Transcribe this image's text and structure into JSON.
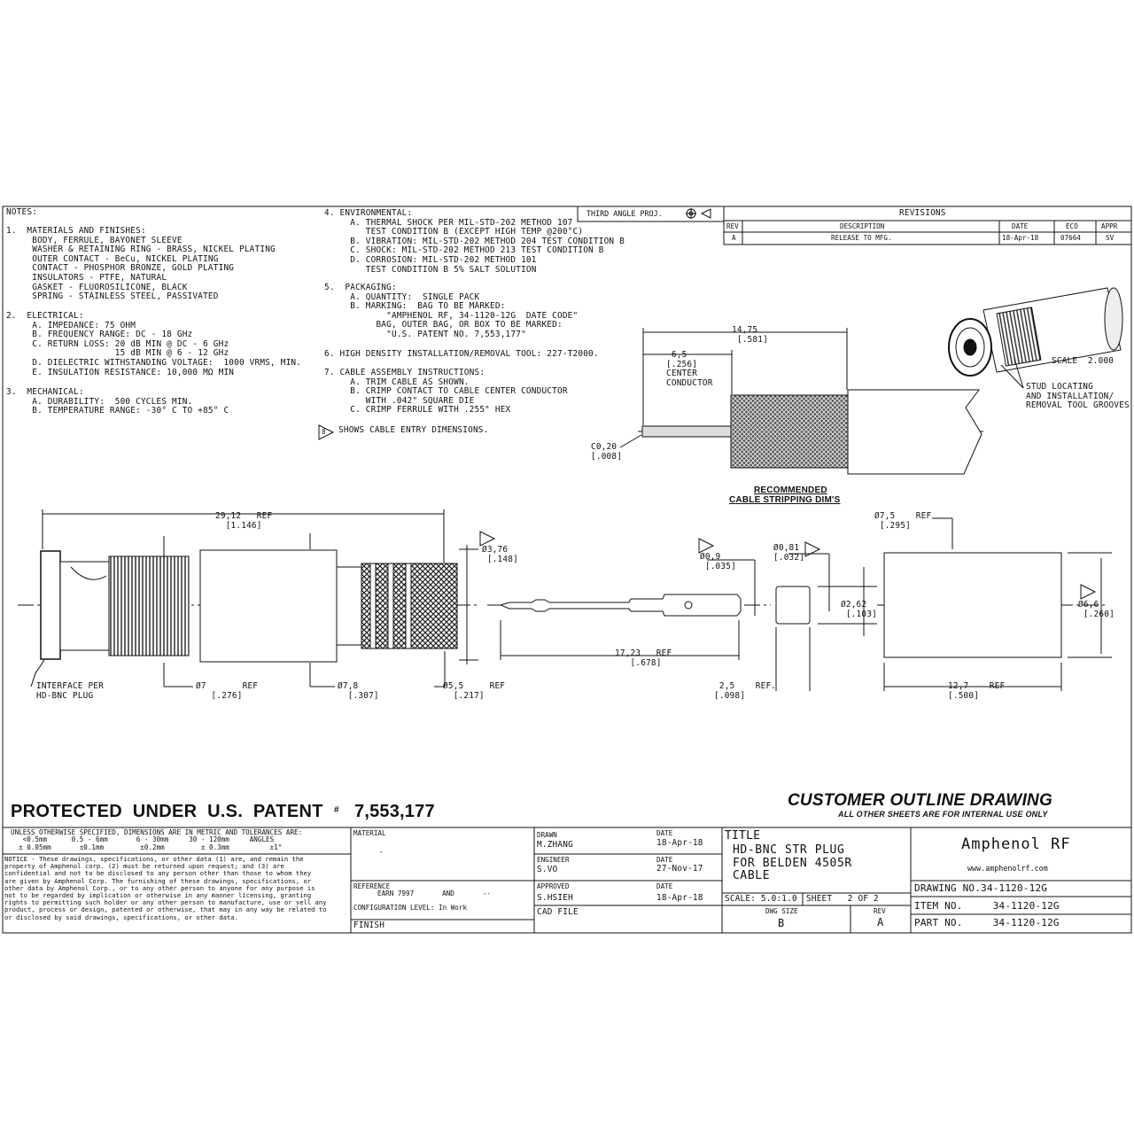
{
  "notes": {
    "header": "NOTES:",
    "materials": "1.  MATERIALS AND FINISHES:\n     BODY, FERRULE, BAYONET SLEEVE\n     WASHER & RETAINING RING - BRASS, NICKEL PLATING\n     OUTER CONTACT - BeCu, NICKEL PLATING\n     CONTACT - PHOSPHOR BRONZE, GOLD PLATING\n     INSULATORS - PTFE, NATURAL\n     GASKET - FLUOROSILICONE, BLACK\n     SPRING - STAINLESS STEEL, PASSIVATED",
    "electrical": "2.  ELECTRICAL:\n     A. IMPEDANCE: 75 OHM\n     B. FREQUENCY RANGE: DC - 18 GHz\n     C. RETURN LOSS: 20 dB MIN @ DC - 6 GHz\n                     15 dB MIN @ 6 - 12 GHz\n     D. DIELECTRIC WITHSTANDING VOLTAGE:  1000 VRMS, MIN.\n     E. INSULATION RESISTANCE: 10,000 MΩ MIN",
    "mechanical": "3.  MECHANICAL:\n     A. DURABILITY:  500 CYCLES MIN.\n     B. TEMPERATURE RANGE: -30° C TO +85° C",
    "environmental": "4. ENVIRONMENTAL:\n     A. THERMAL SHOCK PER MIL-STD-202 METHOD 107\n        TEST CONDITION B (EXCEPT HIGH TEMP @200°C)\n     B. VIBRATION: MIL-STD-202 METHOD 204 TEST CONDITION B\n     C. SHOCK: MIL-STD-202 METHOD 213 TEST CONDITION B\n     D. CORROSION: MIL-STD-202 METHOD 101\n        TEST CONDITION B 5% SALT SOLUTION",
    "packaging": "5.  PACKAGING:\n     A. QUANTITY:  SINGLE PACK\n     B. MARKING:  BAG TO BE MARKED:\n            \"AMPHENOL RF, 34-1120-12G  DATE CODE\"\n          BAG, OUTER BAG, OR BOX TO BE MARKED:\n            \"U.S. PATENT NO. 7,553,177\"",
    "tool": "6. HIGH DENSITY INSTALLATION/REMOVAL TOOL: 227-T2000.",
    "cable": "7. CABLE ASSEMBLY INSTRUCTIONS:\n     A. TRIM CABLE AS SHOWN.\n     B. CRIMP CONTACT TO CABLE CENTER CONDUCTOR\n        WITH .042\" SQUARE DIE\n     C. CRIMP FERRULE WITH .255\" HEX",
    "flag_note": "SHOWS CABLE ENTRY DIMENSIONS.",
    "flag_num": "8"
  },
  "projection": "THIRD ANGLE PROJ.",
  "revisions": {
    "title": "REVISIONS",
    "headers": [
      "REV",
      "DESCRIPTION",
      "DATE",
      "ECO",
      "APPR"
    ],
    "rows": [
      [
        "A",
        "RELEASE TO MFG.",
        "18-Apr-18",
        "07664",
        "SV"
      ]
    ]
  },
  "views": {
    "scale_label": "SCALE  2.000",
    "stud_note": "STUD LOCATING\nAND INSTALLATION/\nREMOVAL TOOL GROOVES",
    "strip_title_1": "RECOMMENDED",
    "strip_title_2": "CABLE STRIPPING DIM'S",
    "dim_14_75": "14,75\n [.581]",
    "dim_6_5": " 6,5\n[.256]\nCENTER\nCONDUCTOR",
    "dim_c0_20": "C0,20\n[.008]",
    "dim_29_12": "29,12   REF\n  [1.146]",
    "dim_3_76": "Ø3,76\n [.148]",
    "dim_0_9": "Ø0,9\n [.035]",
    "dim_0_81": "Ø0,81\n[.032]",
    "dim_7_5": "Ø7,5    REF\n [.295]",
    "dim_2_62": "Ø2,62\n [.103]",
    "dim_6_6": "Ø6,6\n [.260]",
    "dim_17_23": "17,23   REF\n   [.678]",
    "dim_2_5": " 2,5    REF.\n[.098]",
    "dim_12_7": "12,7    REF\n[.500]",
    "dim_7": "Ø7       REF\n   [.276]",
    "dim_7_8": "Ø7,8\n  [.307]",
    "dim_5_5": "Ø5,5     REF\n  [.217]",
    "interface": "INTERFACE PER\nHD-BNC PLUG"
  },
  "patent": {
    "text": "PROTECTED  UNDER  U.S.  PATENT",
    "hash": "#",
    "number": "7,553,177"
  },
  "customer": {
    "title": "CUSTOMER OUTLINE DRAWING",
    "subtitle": "ALL OTHER SHEETS ARE FOR INTERNAL USE ONLY"
  },
  "titleblock": {
    "tolerance": "UNLESS OTHERWISE SPECIFIED, DIMENSIONS ARE IN METRIC AND TOLERANCES ARE:\n   <0.5mm      0.5 - 6mm       6 - 30mm     30 - 120mm     ANGLES\n  ± 0.05mm       ±0.1mm         ±0.2mm         ± 0.3mm          ±1°",
    "notice": "NOTICE - These drawings, specifications, or other data (1) are, and remain the\nproperty of Amphenol corp. (2) must be returned upon request; and (3) are\nconfidential and not to be disclosed to any person other than those to whom they\nare given by Amphenol Corp. The furnishing of these drawings, specifications, or\nother data by Amphenol Corp., or to any other person to anyone for any purpose is\nnot to be regarded by implication or otherwise in any manner licensing, granting\nrights to permitting such holder or any other person to manufacture, use or sell any\nproduct, process or design, patented or otherwise, that may in any way be related to\nor disclosed by said drawings, specifications, or other data.",
    "material_label": "MATERIAL",
    "material_value": "-",
    "reference_label": "REFERENCE",
    "reference_value": "EARN 7997       AND       --",
    "config": "CONFIGURATION LEVEL: In Work",
    "finish_label": "FINISH",
    "drawn_label": "DRAWN",
    "drawn_name": "M.ZHANG",
    "drawn_date_label": "DATE",
    "drawn_date": "18-Apr-18",
    "engineer_label": "ENGINEER",
    "engineer_name": "S.VO",
    "engineer_date_label": "DATE",
    "engineer_date": "27-Nov-17",
    "approved_label": "APPROVED",
    "approved_name": "S.HSIEH",
    "approved_date_label": "DATE",
    "approved_date": "18-Apr-18",
    "cad_label": "CAD FILE",
    "title_label": "TITLE",
    "title_lines": "HD-BNC STR PLUG\nFOR BELDEN 4505R\nCABLE",
    "scale": "SCALE: 5.0:1.0",
    "sheet": "SHEET   2 OF 2",
    "dwg_size_label": "DWG SIZE",
    "dwg_size": "B",
    "rev_label": "REV",
    "rev": "A",
    "company": "Amphenol RF",
    "website": "www.amphenolrf.com",
    "drawing_no": "DRAWING NO.34-1120-12G",
    "item_no": "ITEM NO.     34-1120-12G",
    "part_no": "PART NO.     34-1120-12G"
  }
}
